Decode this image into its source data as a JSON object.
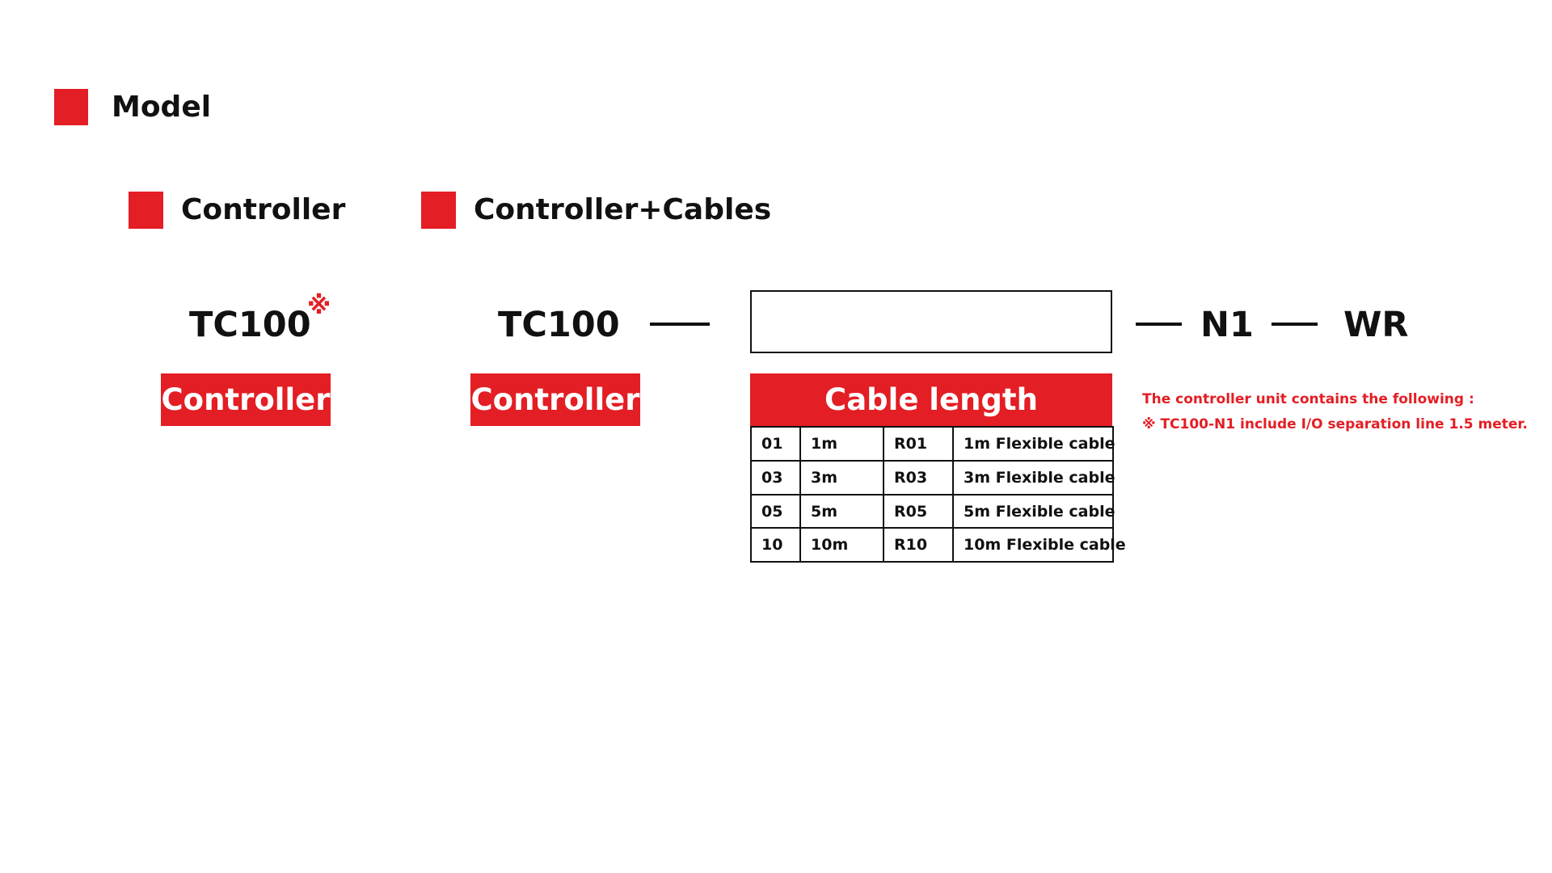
{
  "section_title": "Model",
  "controller_heading": "Controller",
  "controller_cables_heading": "Controller+Cables",
  "left_model": {
    "code": "TC100",
    "mark": "※",
    "label": "Controller"
  },
  "right_model": {
    "code": "TC100",
    "label": "Controller",
    "cable_label": "Cable length",
    "suffix_1": "N1",
    "suffix_2": "WR"
  },
  "cable_table": [
    [
      "01",
      "1m",
      "R01",
      "1m Flexible cable"
    ],
    [
      "03",
      "3m",
      "R03",
      "3m Flexible cable"
    ],
    [
      "05",
      "5m",
      "R05",
      "5m Flexible cable"
    ],
    [
      "10",
      "10m",
      "R10",
      "10m Flexible cable"
    ]
  ],
  "notes": {
    "line_1": "The controller unit contains the following :",
    "line_2": "※  TC100-N1 include I/O separation line 1.5 meter."
  },
  "colors": {
    "accent": "#e31e24",
    "text": "#111111",
    "background": "#ffffff"
  }
}
